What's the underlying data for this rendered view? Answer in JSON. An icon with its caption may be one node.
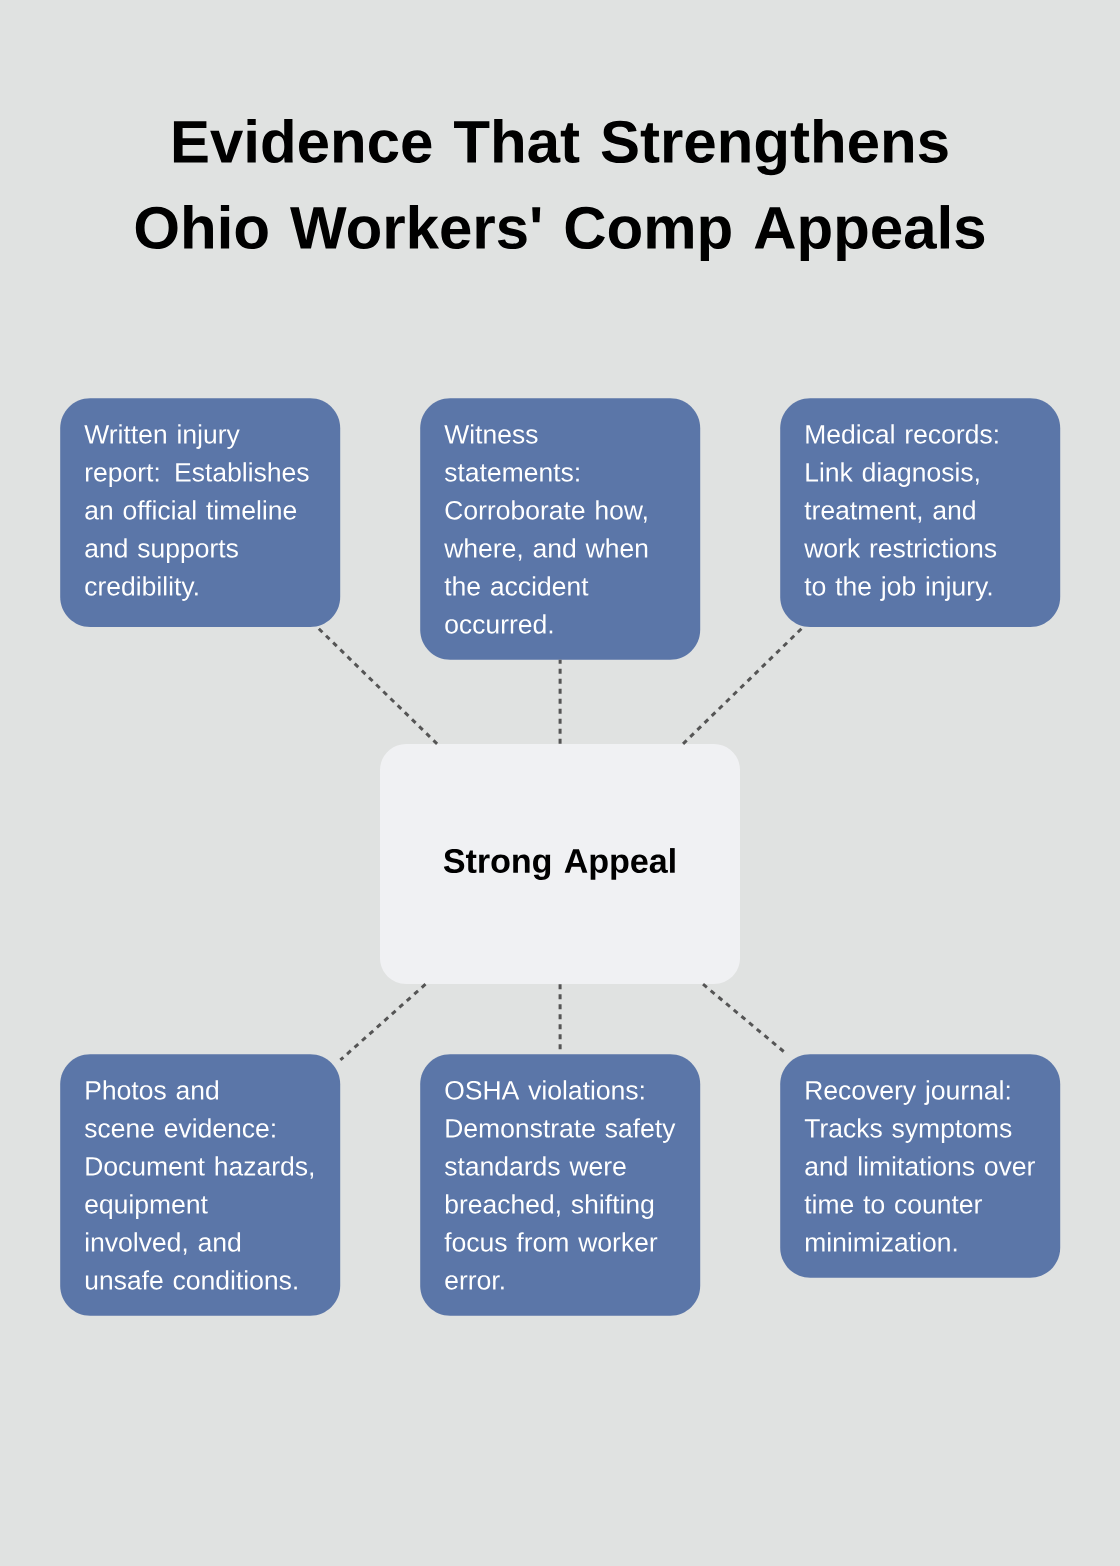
{
  "diagram": {
    "title": "Evidence That Strengthens Ohio Workers' Comp Appeals",
    "nodes": [
      {
        "text": [
          "Written injury report: Establishes an official timeline and supports credibility."
        ]
      },
      {
        "text": [
          "Witness statements: Corroborate how, where, and when the accident occurred."
        ]
      },
      {
        "text": [
          "Medical records: Link diagnosis, treatment, and work restrictions to the job injury."
        ]
      },
      {
        "text": [
          "Strong Appeal"
        ]
      },
      {
        "text": [
          "Photos and scene evidence: Document hazards, equipment involved, and unsafe conditions."
        ]
      },
      {
        "text": [
          "OSHA violations: Demonstrate safety standards were breached, shifting focus from worker error."
        ]
      },
      {
        "text": [
          "Recovery journal: Tracks symptoms and limitations over time to counter minimization."
        ]
      }
    ],
    "edges": [
      {
        "from": 3,
        "to": 0,
        "arrow": "none",
        "style": "dashed"
      },
      {
        "from": 3,
        "to": 1,
        "arrow": "none",
        "style": "dashed"
      },
      {
        "from": 3,
        "to": 2,
        "arrow": "none",
        "style": "dashed"
      },
      {
        "from": 3,
        "to": 4,
        "arrow": "none",
        "style": "dashed"
      },
      {
        "from": 3,
        "to": 5,
        "arrow": "none",
        "style": "dashed"
      },
      {
        "from": 3,
        "to": 6,
        "arrow": "none",
        "style": "dashed"
      }
    ]
  }
}
